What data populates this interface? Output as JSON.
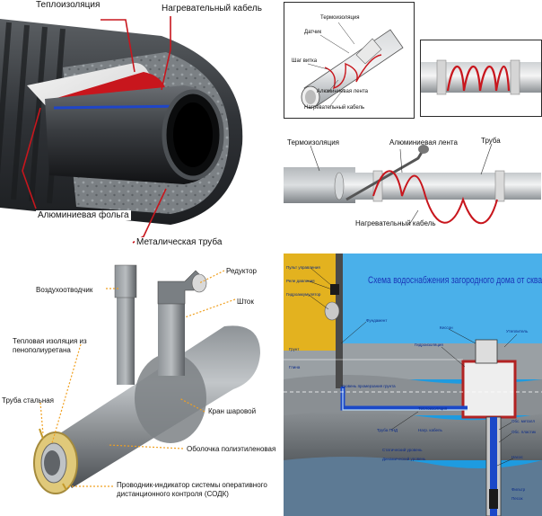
{
  "panel_top_left": {
    "labels": {
      "insulation": "Теплоизоляция",
      "heating_cable": "Нагревательный кабель",
      "aluminum_foil": "Алюминиевая фольга",
      "metal_pipe": "Металическая труба"
    }
  },
  "panel_top_mid": {
    "labels": {
      "thermal_insulation": "Термоизоляция",
      "sensor": "Датчик",
      "winding_pitch": "Шаг витка",
      "aluminum_tape": "Алюминиевая лента",
      "heating_cable": "Нагревательный кабель"
    }
  },
  "panel_middle_right": {
    "labels": {
      "thermal_insulation": "Термоизоляция",
      "aluminum_tape": "Алюминиевая лента",
      "pipe": "Труба",
      "heating_cable": "Нагревательный кабель"
    }
  },
  "panel_bottom_left": {
    "labels": {
      "reducer": "Редуктор",
      "air_vent": "Воздухоотводчик",
      "rod": "Шток",
      "insulation": "Тепловая изоляция из\nпенополиуретана",
      "steel_pipe": "Труба стальная",
      "ball_valve": "Кран шаровой",
      "pe_shell": "Оболочка полиэтиленовая",
      "indicator": "Проводник-индикатор системы оперативного\nдистанционного контроля (СОДК)"
    }
  },
  "panel_bottom_right": {
    "title": "Схема водоснабжения загородного дома от скважины",
    "labels": {
      "control_panel": "Пульт управления",
      "pressure_relay": "Реле давления",
      "accumulator": "Гидроаккумулятор",
      "foundation": "Фундамент",
      "caisson": "Кессон",
      "waterproofing": "Гидроизоляция",
      "insulation": "Утеплитель",
      "thermal_insulation": "Теплоизоляция",
      "freeze_level": "Уровень промерзания грунта",
      "pnd_pipe": "Труба ПНД",
      "heating_cable": "Нагр. кабель",
      "casing_metal": "Обс. металл",
      "casing_plastic": "Обс. пластик",
      "pump": "Насос",
      "static_level": "Статический уровень",
      "dynamic_level": "Динамический уровень",
      "filter": "Фильтр",
      "sand": "Песок",
      "soil": "Грунт",
      "clay": "Глина"
    }
  },
  "colors": {
    "frame_border": "#2a2a2a",
    "cable_red": "#c8161d",
    "pipe_grey": "#9ea3a7",
    "blue_bg": "#1e9be0",
    "sky_blue": "#4ab0ea",
    "ground_grey": "#8a8f93",
    "wall_yellow": "#e3b21f"
  }
}
